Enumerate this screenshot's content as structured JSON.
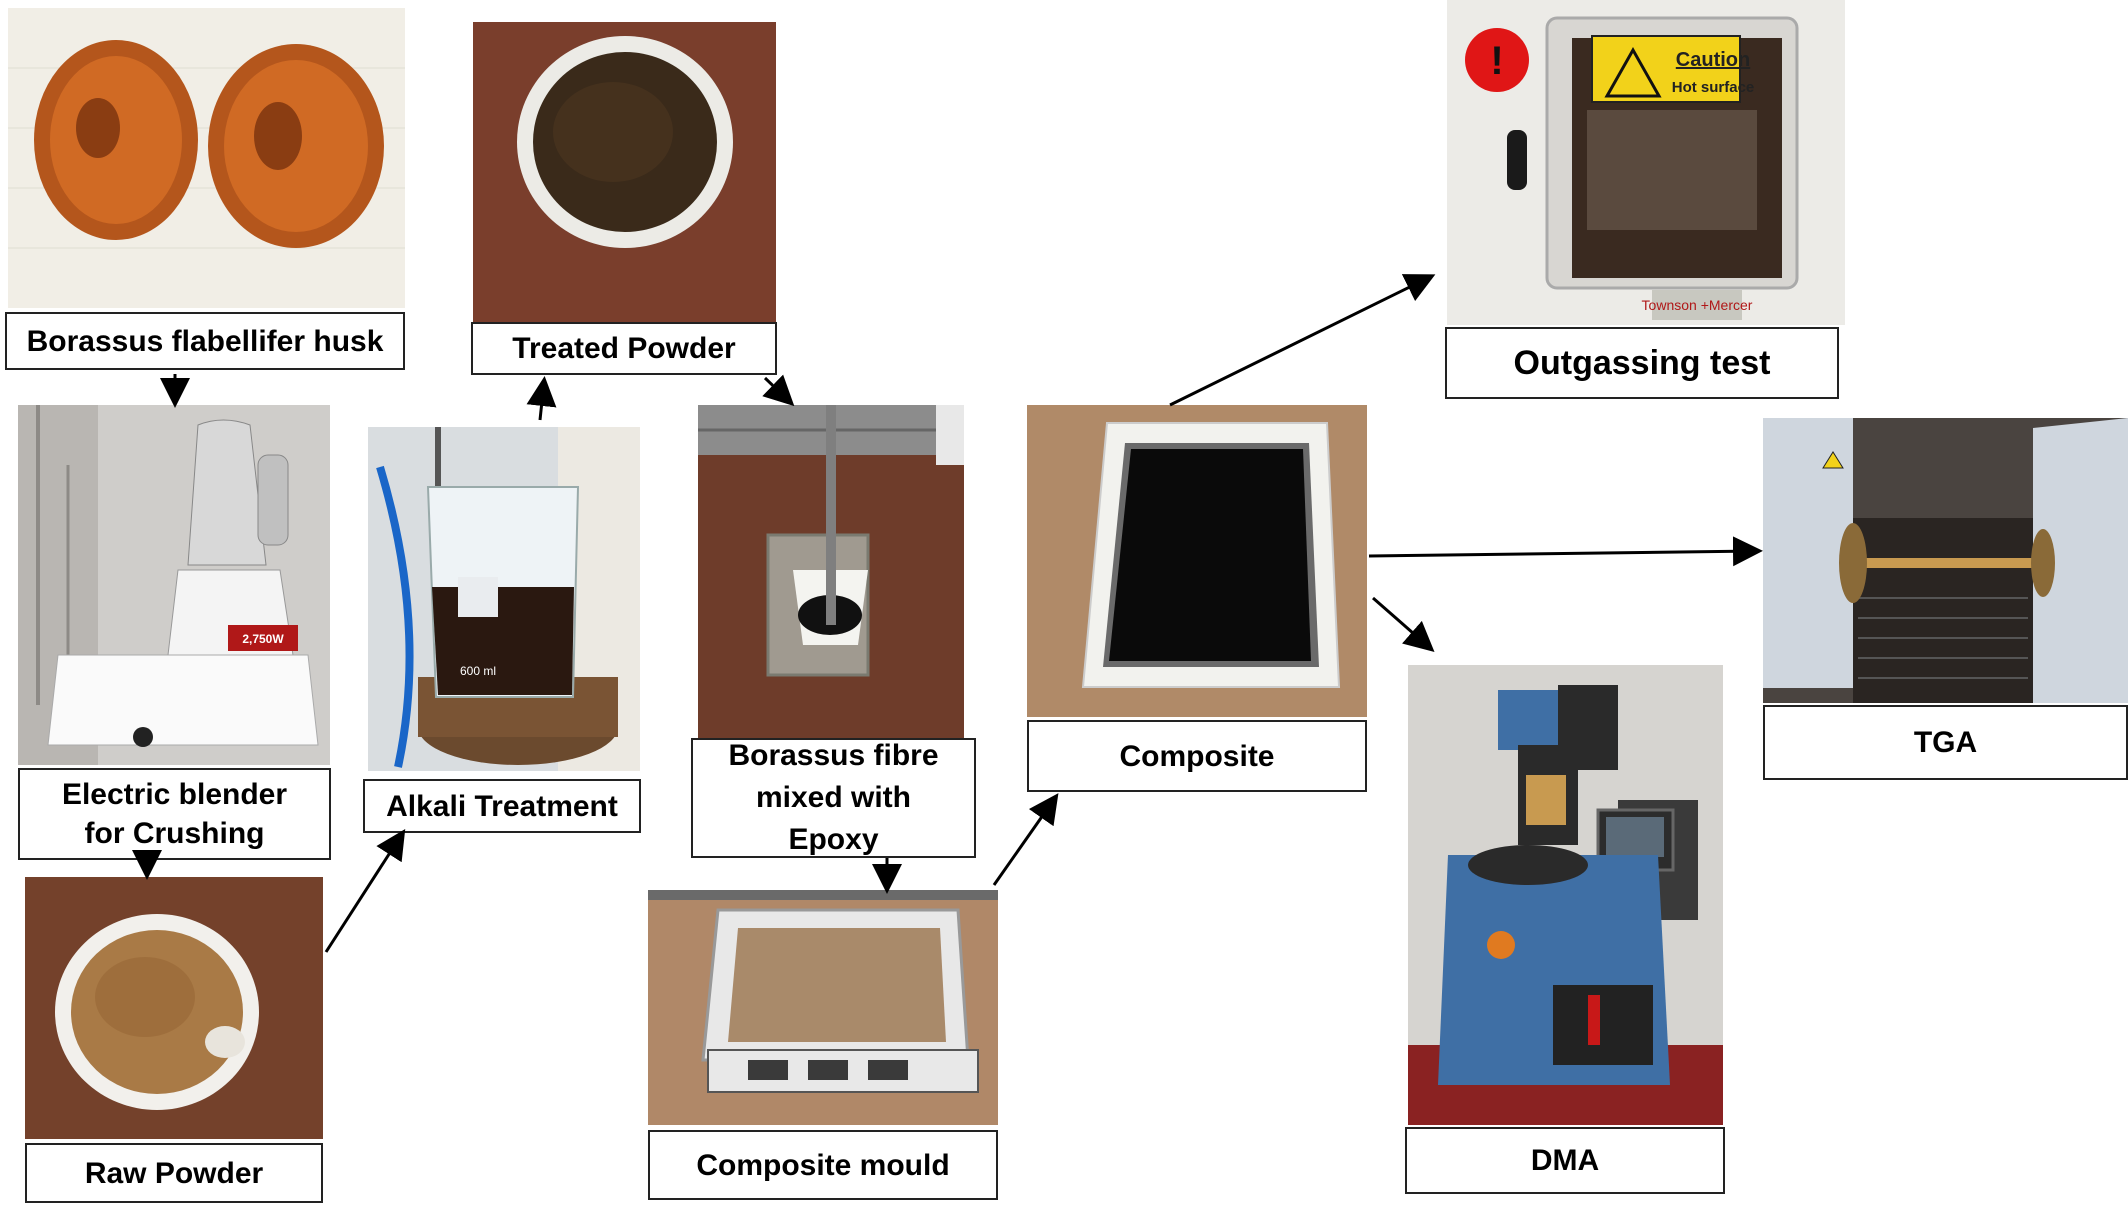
{
  "labels": {
    "husk": "Borassus flabellifer husk",
    "blender": "Electric blender\nfor Crushing",
    "raw_powder": "Raw Powder",
    "alkali": "Alkali Treatment",
    "treated": "Treated Powder",
    "mixed": "Borassus fibre\nmixed with\nEpoxy",
    "mould": "Composite mould",
    "composite": "Composite",
    "outgassing": "Outgassing test",
    "tga": "TGA",
    "dma": "DMA"
  },
  "photo_text": {
    "caution": "Caution",
    "hot_surface": "Hot surface",
    "brand": "Townson\n+Mercer",
    "blender_badge": "2,750W",
    "beaker_vol": "600 ml"
  },
  "colors": {
    "arrow": "#000000",
    "label_border": "#222222",
    "brown_table": "#7a4630",
    "husk_orange": "#c8621e",
    "dma_blue": "#3f6fa5"
  }
}
